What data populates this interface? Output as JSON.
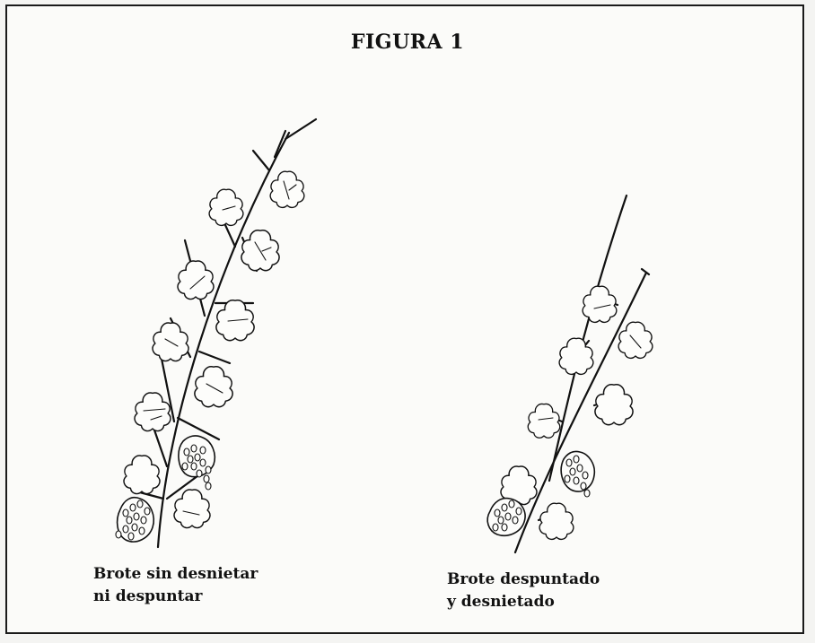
{
  "figure": {
    "title": "FIGURA 1",
    "left_caption": [
      "Brote sin desnietar",
      "ni despuntar"
    ],
    "right_caption": [
      "Brote despuntado",
      "y desnietado"
    ]
  },
  "icons": {
    "left_drawing": "grapevine-shoot-with-laterals-icon",
    "right_drawing": "trimmed-grapevine-shoot-icon"
  }
}
